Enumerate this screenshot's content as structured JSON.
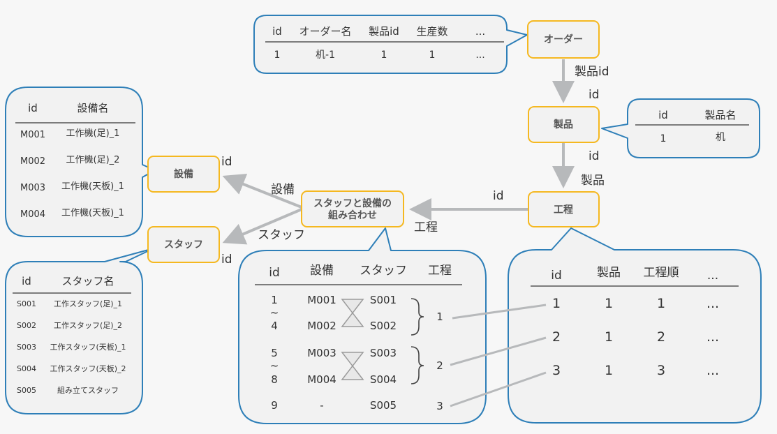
{
  "colors": {
    "background": "#f7f7f7",
    "node_fill": "#f2f2f2",
    "node_border": "#f5b820",
    "bubble_fill": "#f2f2f2",
    "bubble_border": "#2e7fb8",
    "arrow": "#b7b9bb",
    "text": "#333333",
    "rule": "#555555"
  },
  "nodes": {
    "order": "オーダー",
    "product": "製品",
    "process": "工程",
    "equipment": "設備",
    "staff": "スタッフ",
    "combo_line1": "スタッフと設備の",
    "combo_line2": "組み合わせ"
  },
  "edge_labels": {
    "order_from": "製品id",
    "order_to": "id",
    "product_from": "id",
    "product_to": "製品",
    "process_from": "id",
    "process_to": "工程",
    "combo_equipment": "設備",
    "equipment_to": "id",
    "combo_staff": "スタッフ",
    "staff_to": "id"
  },
  "order_table": {
    "headers": [
      "id",
      "オーダー名",
      "製品id",
      "生産数",
      "..."
    ],
    "rows": [
      [
        "1",
        "机-1",
        "1",
        "1",
        "..."
      ]
    ]
  },
  "product_table": {
    "headers": [
      "id",
      "製品名"
    ],
    "rows": [
      [
        "1",
        "机"
      ]
    ]
  },
  "equipment_table": {
    "headers": [
      "id",
      "設備名"
    ],
    "rows": [
      [
        "M001",
        "工作機(足)_1"
      ],
      [
        "M002",
        "工作機(足)_2"
      ],
      [
        "M003",
        "工作機(天板)_1"
      ],
      [
        "M004",
        "工作機(天板)_1"
      ]
    ]
  },
  "staff_table": {
    "headers": [
      "id",
      "スタッフ名"
    ],
    "rows": [
      [
        "S001",
        "工作スタッフ(足)_1"
      ],
      [
        "S002",
        "工作スタッフ(足)_2"
      ],
      [
        "S003",
        "工作スタッフ(天板)_1"
      ],
      [
        "S004",
        "工作スタッフ(天板)_2"
      ],
      [
        "S005",
        "組み立てスタッフ"
      ]
    ]
  },
  "combo_table": {
    "headers": [
      "id",
      "設備",
      "スタッフ",
      "工程"
    ],
    "groups": [
      {
        "id_from": "1",
        "tilde": "~",
        "id_to": "4",
        "eq": [
          "M001",
          "M002"
        ],
        "staff": [
          "S001",
          "S002"
        ],
        "process": "1"
      },
      {
        "id_from": "5",
        "tilde": "~",
        "id_to": "8",
        "eq": [
          "M003",
          "M004"
        ],
        "staff": [
          "S003",
          "S004"
        ],
        "process": "2"
      }
    ],
    "single": {
      "id": "9",
      "eq": "-",
      "staff": "S005",
      "process": "3"
    }
  },
  "process_table": {
    "headers": [
      "id",
      "製品",
      "工程順",
      "..."
    ],
    "rows": [
      [
        "1",
        "1",
        "1",
        "..."
      ],
      [
        "2",
        "1",
        "2",
        "..."
      ],
      [
        "3",
        "1",
        "3",
        "..."
      ]
    ]
  }
}
